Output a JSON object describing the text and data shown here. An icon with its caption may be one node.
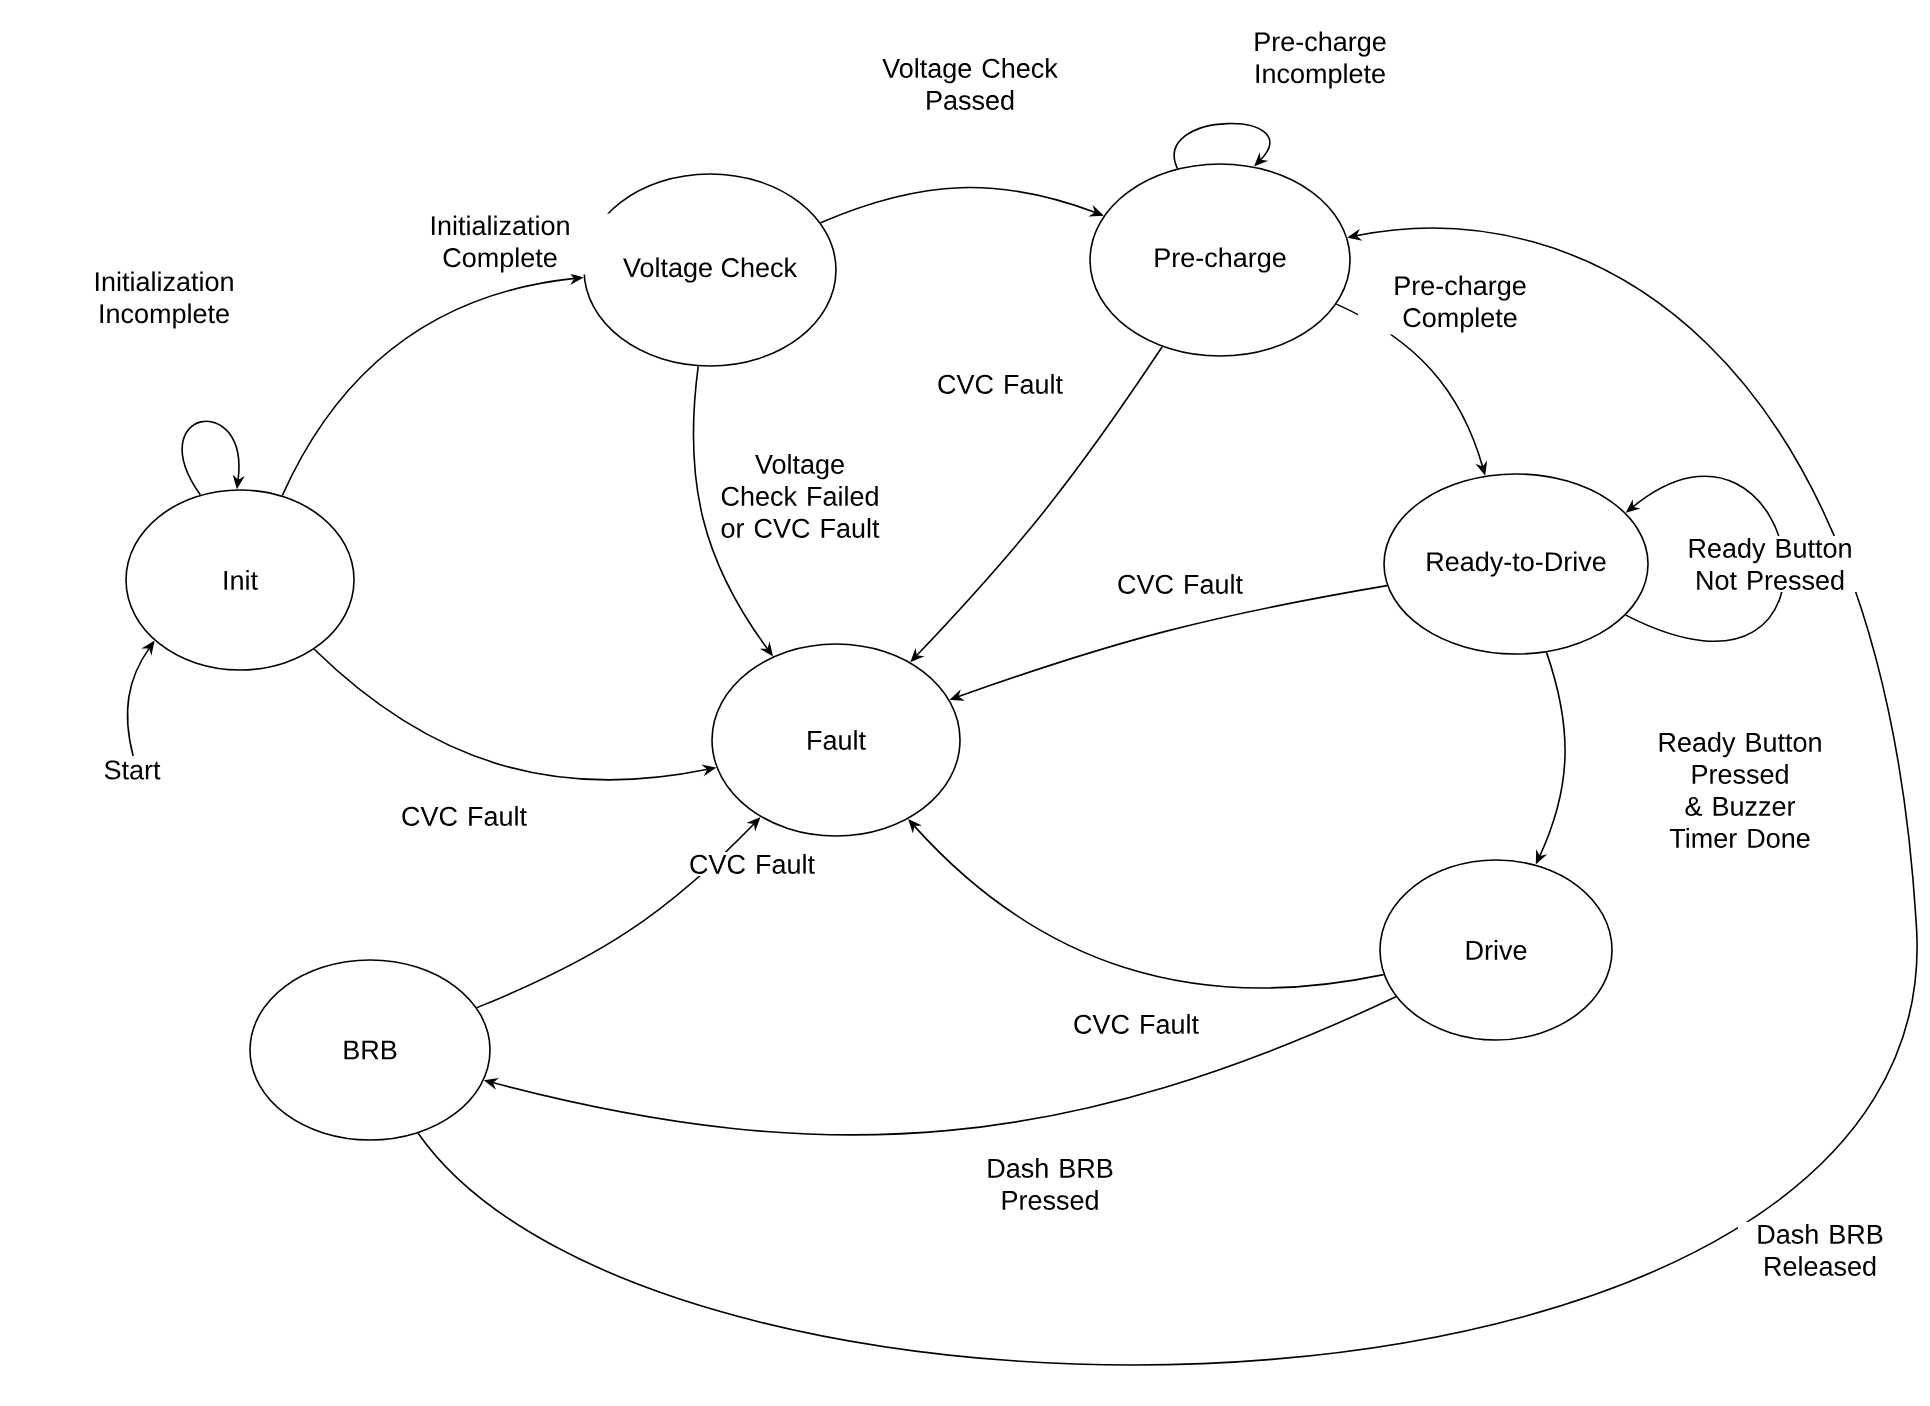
{
  "diagram": {
    "nodes": [
      {
        "text": [
          "Init"
        ]
      },
      {
        "text": [
          "Voltage Check"
        ]
      },
      {
        "text": [
          "Pre-charge"
        ]
      },
      {
        "text": [
          "Ready-to-Drive"
        ]
      },
      {
        "text": [
          "Fault"
        ]
      },
      {
        "text": [
          "Drive"
        ]
      },
      {
        "text": [
          "BRB"
        ]
      },
      {
        "text": [
          "Start"
        ]
      }
    ],
    "edges": [
      {
        "from": 0,
        "to": 0,
        "arrow": "to",
        "label": "Initialization Incomplete"
      },
      {
        "from": 7,
        "to": 0,
        "arrow": "to"
      },
      {
        "from": 0,
        "to": 1,
        "arrow": "to",
        "label": "Initialization Complete"
      },
      {
        "from": 1,
        "to": 2,
        "arrow": "to",
        "label": "Voltage Check Passed"
      },
      {
        "from": 2,
        "to": 2,
        "arrow": "to",
        "label": "Pre-charge Incomplete"
      },
      {
        "from": 2,
        "to": 3,
        "arrow": "to",
        "label": "Pre-charge Complete"
      },
      {
        "from": 3,
        "to": 3,
        "arrow": "to",
        "label": "Ready Button Not Pressed"
      },
      {
        "from": 3,
        "to": 5,
        "arrow": "to",
        "label": "Ready Button Pressed & Buzzer Timer Done"
      },
      {
        "from": 1,
        "to": 4,
        "arrow": "to",
        "label": "Voltage Check Failed or CVC Fault"
      },
      {
        "from": 2,
        "to": 4,
        "arrow": "to",
        "label": "CVC Fault"
      },
      {
        "from": 3,
        "to": 4,
        "arrow": "to",
        "label": "CVC Fault"
      },
      {
        "from": 0,
        "to": 4,
        "arrow": "to",
        "label": "CVC Fault"
      },
      {
        "from": 6,
        "to": 4,
        "arrow": "to",
        "label": "CVC Fault"
      },
      {
        "from": 5,
        "to": 4,
        "arrow": "to",
        "label": "CVC Fault"
      },
      {
        "from": 5,
        "to": 6,
        "arrow": "to",
        "label": "Dash BRB Pressed"
      },
      {
        "from": 6,
        "to": 2,
        "arrow": "to",
        "label": "Dash BRB Released"
      }
    ]
  }
}
